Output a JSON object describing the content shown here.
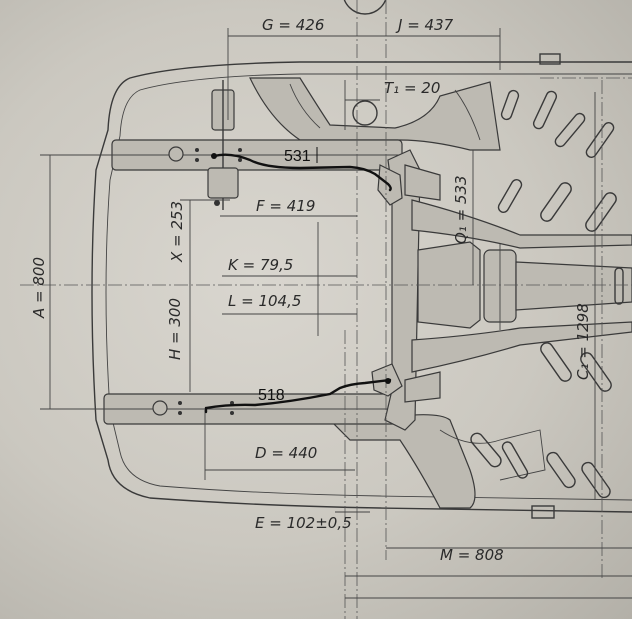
{
  "dimensions": {
    "G": "G = 426",
    "J": "J = 437",
    "T1": "T₁ = 20",
    "Q1": "Q₁ = 533",
    "F": "F = 419",
    "X": "X = 253",
    "K": "K = 79,5",
    "L": "L = 104,5",
    "A": "A = 800",
    "H": "H = 300",
    "C1": "C₁ = 1298",
    "D": "D = 440",
    "E": "E = 102±0,5",
    "M": "M = 808"
  },
  "annotations": {
    "upper": "531",
    "lower": "518"
  },
  "colors": {
    "paper": "#cbc8c0",
    "ink": "#3a3a3a",
    "marker": "#111111"
  }
}
